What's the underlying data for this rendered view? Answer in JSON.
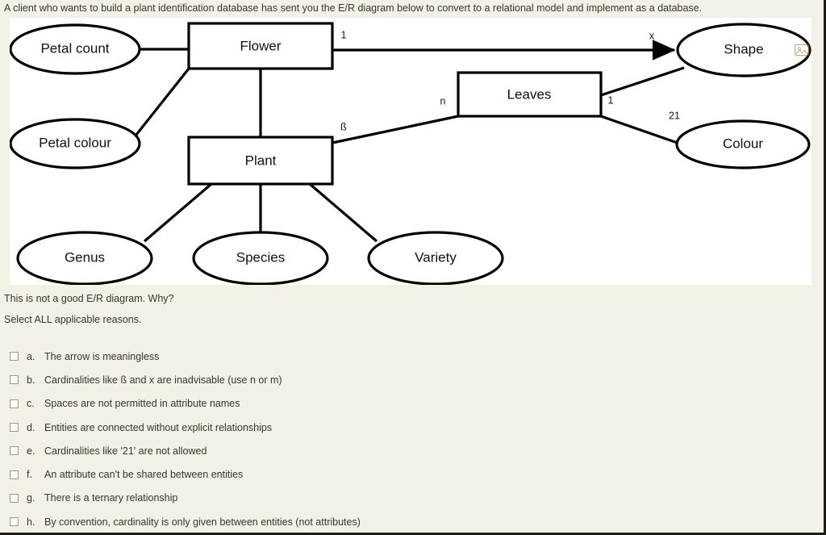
{
  "intro": {
    "text": "A client who wants to build a plant identification database has sent you the E/R diagram below to convert to a relational model and implement as a database."
  },
  "diagram": {
    "entities": [
      {
        "name": "Flower",
        "label": "Flower"
      },
      {
        "name": "Plant",
        "label": "Plant"
      },
      {
        "name": "Leaves",
        "label": "Leaves"
      }
    ],
    "attributes": [
      {
        "name": "petal-count",
        "label": "Petal count"
      },
      {
        "name": "petal-colour",
        "label": "Petal colour"
      },
      {
        "name": "genus",
        "label": "Genus"
      },
      {
        "name": "species",
        "label": "Species"
      },
      {
        "name": "variety",
        "label": "Variety"
      },
      {
        "name": "shape",
        "label": "Shape"
      },
      {
        "name": "colour",
        "label": "Colour"
      }
    ],
    "cardinalities": [
      {
        "name": "flower-to-shape",
        "label": "1"
      },
      {
        "name": "shape-arrow-head",
        "label": "x"
      },
      {
        "name": "plant-to-leaves",
        "label": "ß"
      },
      {
        "name": "leaves-to-plant",
        "label": "n"
      },
      {
        "name": "leaves-to-colour",
        "label": "1"
      },
      {
        "name": "colour-end",
        "label": "21"
      }
    ],
    "placeholder_icon": "broken-image-icon"
  },
  "question": {
    "prompt": "This is not a good E/R diagram. Why?",
    "instruction": "Select ALL applicable reasons."
  },
  "options": [
    {
      "letter": "a.",
      "text": "The arrow is meaningless",
      "checked": false
    },
    {
      "letter": "b.",
      "text": "Cardinalities like ß and x are inadvisable (use n or m)",
      "checked": false
    },
    {
      "letter": "c.",
      "text": "Spaces are not permitted in attribute names",
      "checked": false
    },
    {
      "letter": "d.",
      "text": "Entities are connected without explicit relationships",
      "checked": false
    },
    {
      "letter": "e.",
      "text": "Cardinalities like '21' are not allowed",
      "checked": false
    },
    {
      "letter": "f.",
      "text": "An attribute can't be shared between entities",
      "checked": false
    },
    {
      "letter": "g.",
      "text": "There is a ternary relationship",
      "checked": false
    },
    {
      "letter": "h.",
      "text": "By convention, cardinality is only given between entities (not attributes)",
      "checked": false
    }
  ],
  "colors": {
    "page_background": "#f3f1e5",
    "canvas_background": "#ffffff",
    "ink": "#000000",
    "text": "#37352f"
  }
}
